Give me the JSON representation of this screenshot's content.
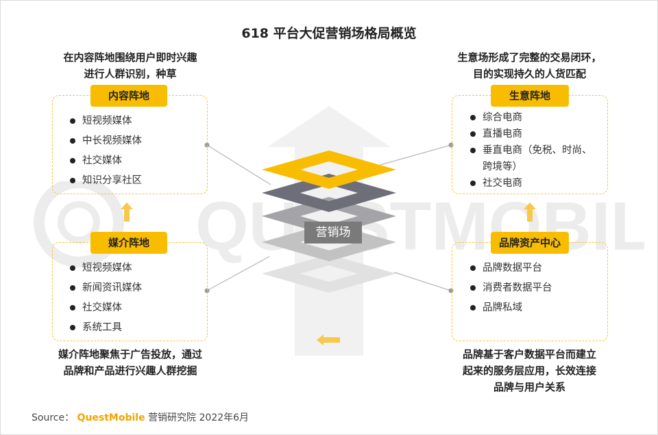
{
  "title": "618 平台大促营销场格局概览",
  "center_label": "营销场",
  "content_zone": {
    "description": "在内容阵地围绕用户即时兴趣\n进行人群识别，种草",
    "label": "内容阵地",
    "items": [
      "短视频媒体",
      "中长视频媒体",
      "社交媒体",
      "知识分享社区"
    ]
  },
  "media_zone": {
    "label": "媒介阵地",
    "items": [
      "短视频媒体",
      "新闻资讯媒体",
      "社交媒体",
      "系统工具"
    ],
    "description": "媒介阵地聚焦于广告投放，通过\n品牌和产品进行兴趣人群挖掘"
  },
  "business_zone": {
    "description": "生意场形成了完整的交易闭环，\n目的实现持久的人货匹配",
    "label": "生意阵地",
    "items": [
      "综合电商",
      "直播电商",
      "垂直电商（免税、时尚、\n跨境等）",
      "社交电商"
    ]
  },
  "brand_zone": {
    "label": "品牌资产中心",
    "items": [
      "品牌数据平台",
      "消费者数据平台",
      "品牌私域"
    ],
    "description": "品牌基于客户数据平台而建立\n起来的服务层应用，长效连接\n品牌与用户关系"
  },
  "watermark": "QUESTMOBILE",
  "source": {
    "prefix": "Source：",
    "brand": "QuestMobile",
    "suffix": "营销研究院 2022年6月"
  },
  "colors": {
    "accent": "#f8bd00",
    "arrow": "#f7c84a",
    "layer_dark": "#6e6e78",
    "layer_mid": "#a9a9a9",
    "layer_light": "#d4d4d4"
  }
}
